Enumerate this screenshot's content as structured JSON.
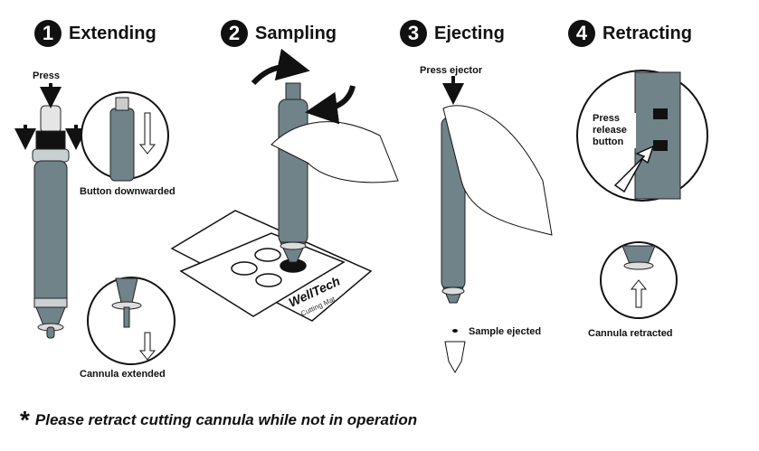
{
  "steps": [
    {
      "number": "1",
      "title": "Extending"
    },
    {
      "number": "2",
      "title": "Sampling"
    },
    {
      "number": "3",
      "title": "Ejecting"
    },
    {
      "number": "4",
      "title": "Retracting"
    }
  ],
  "labels": {
    "press": "Press",
    "button_downwarded": "Button downwarded",
    "cannula_extended": "Cannula extended",
    "press_ejector": "Press ejector",
    "sample_ejected": "Sample ejected",
    "press_release_button": "Press release button",
    "cannula_retracted": "Cannula retracted"
  },
  "mat": {
    "brand": "WellTech",
    "subtitle": "Cutting Mat"
  },
  "footer": {
    "star": "*",
    "note": "Please retract cutting cannula while not in operation"
  },
  "colors": {
    "pen": "#6f8389",
    "outline": "#111111"
  }
}
